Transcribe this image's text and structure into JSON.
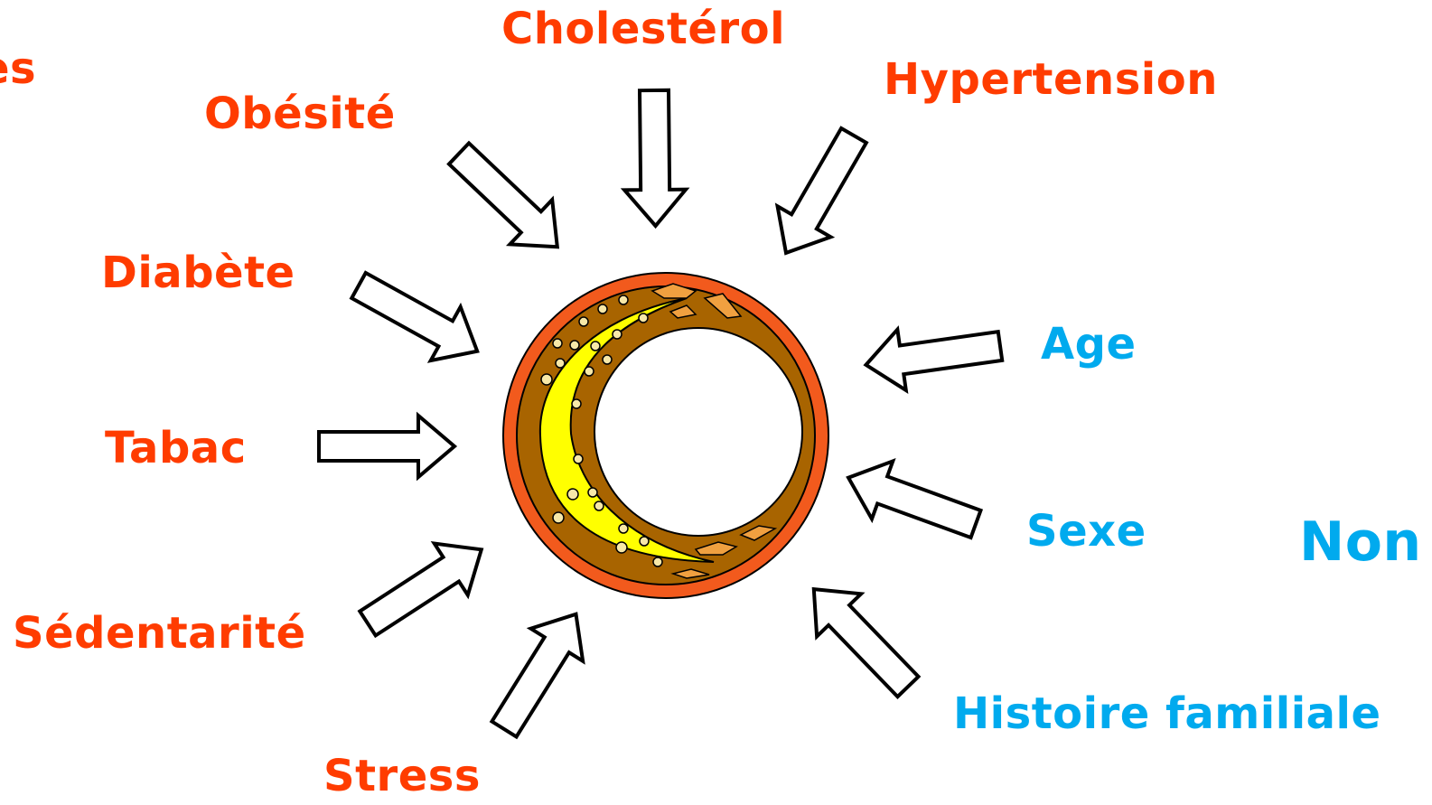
{
  "colors": {
    "modifiable": "#ff3c00",
    "non_modifiable": "#00aaee",
    "artery_outer": "#f25a1d",
    "artery_wall": "#a86400",
    "plaque": "#ffff00",
    "lumen": "#ffffff"
  },
  "labels": {
    "cut_left": "es",
    "cut_right": "Non",
    "cholesterol": "Cholestérol",
    "hypertension": "Hypertension",
    "obesite": "Obésité",
    "diabete": "Diabète",
    "tabac": "Tabac",
    "sedentarite": "Sédentarité",
    "stress": "Stress",
    "age": "Age",
    "sexe": "Sexe",
    "histoire": "Histoire familiale"
  },
  "icons": {
    "arrow": "outlined-block-arrow",
    "center": "artery-cross-section"
  }
}
